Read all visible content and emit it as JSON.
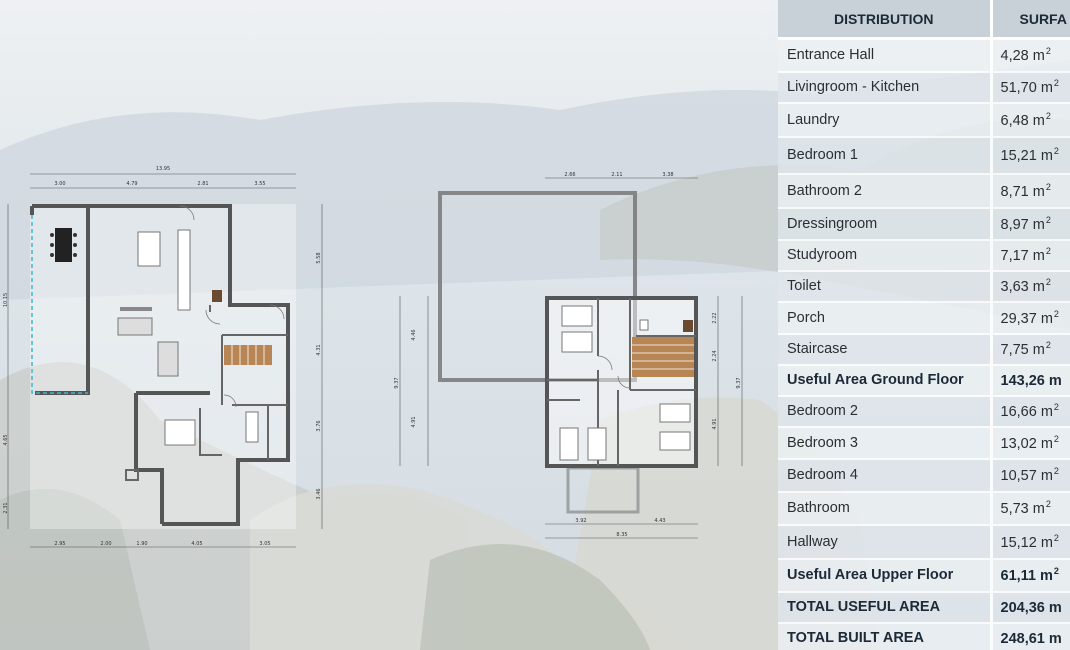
{
  "table": {
    "header_distribution": "DISTRIBUTION",
    "header_surface": "SURFA",
    "rows": [
      {
        "room": "Entrance Hall",
        "area": "4,28 m",
        "unit": "2",
        "bold": false
      },
      {
        "room": "Livingroom - Kitchen",
        "area": "51,70 m",
        "unit": "2",
        "bold": false
      },
      {
        "room": "Laundry",
        "area": "6,48 m",
        "unit": "2",
        "bold": false
      },
      {
        "room": "Bedroom 1",
        "area": "15,21 m",
        "unit": "2",
        "bold": false
      },
      {
        "room": "Bathroom 2",
        "area": "8,71 m",
        "unit": "2",
        "bold": false
      },
      {
        "room": "Dressingroom",
        "area": "8,97 m",
        "unit": "2",
        "bold": false
      },
      {
        "room": "Studyroom",
        "area": "7,17 m",
        "unit": "2",
        "bold": false
      },
      {
        "room": "Toilet",
        "area": "3,63 m",
        "unit": "2",
        "bold": false
      },
      {
        "room": "Porch",
        "area": "29,37 m",
        "unit": "2",
        "bold": false
      },
      {
        "room": "Staircase",
        "area": "7,75 m",
        "unit": "2",
        "bold": false
      },
      {
        "room": "Useful Area Ground Floor",
        "area": "143,26 m",
        "unit": "",
        "bold": true
      },
      {
        "room": "Bedroom 2",
        "area": "16,66 m",
        "unit": "2",
        "bold": false
      },
      {
        "room": "Bedroom 3",
        "area": "13,02 m",
        "unit": "2",
        "bold": false
      },
      {
        "room": "Bedroom 4",
        "area": "10,57 m",
        "unit": "2",
        "bold": false
      },
      {
        "room": "Bathroom",
        "area": "5,73 m",
        "unit": "2",
        "bold": false
      },
      {
        "room": "Hallway",
        "area": "15,12 m",
        "unit": "2",
        "bold": false
      },
      {
        "room": "Useful Area Upper Floor",
        "area": "61,11 m",
        "unit": "2",
        "bold": true
      },
      {
        "room": "TOTAL USEFUL AREA",
        "area": "204,36 m",
        "unit": "",
        "bold": true
      },
      {
        "room": "TOTAL BUILT AREA",
        "area": "248,61 m",
        "unit": "",
        "bold": true
      }
    ]
  },
  "ground_floor": {
    "total_width": "13.95",
    "top_dims": [
      "3.00",
      "4.79",
      "2.81",
      "3.55"
    ],
    "right_dims": [
      "5.58",
      "4.31",
      "3.76",
      "3.46"
    ],
    "left_dims": [
      "10.15",
      "4.65",
      "2.31"
    ],
    "bottom_dims": [
      "2.95",
      "2.00",
      "1.90",
      "4.05",
      "3.05"
    ]
  },
  "upper_floor": {
    "top_dims": [
      "2.66",
      "2.11",
      "3.38"
    ],
    "left_dims": [
      "9.37",
      "4.46",
      "4.91"
    ],
    "right_dims": [
      "2.22",
      "2.24",
      "4.91",
      "9.37"
    ],
    "bottom_dims": [
      "3.92",
      "4.43",
      "8.35"
    ]
  }
}
